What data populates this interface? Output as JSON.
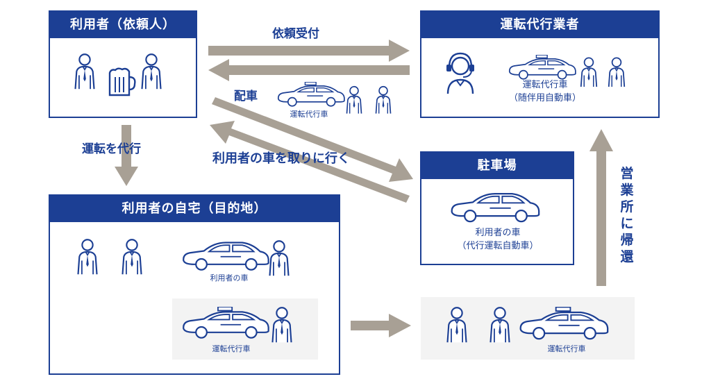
{
  "boxes": {
    "requester": "利用者（依頼人）",
    "agency": "運転代行業者",
    "parking": "駐車場",
    "home": "利用者の自宅（目的地）"
  },
  "arrows": {
    "request": "依頼受付",
    "dispatch": "配車",
    "fetch_car": "利用者の車を取りに行く",
    "drive": "運転を代行",
    "return": "営業所に帰還"
  },
  "captions": {
    "dispatch_car": "運転代行車",
    "agency_car_1": "運転代行車",
    "agency_car_2": "（随伴用自動車）",
    "parking_car_1": "利用者の車",
    "parking_car_2": "（代行運転自動車）",
    "home_user_car": "利用者の車",
    "home_agency_car": "運転代行車",
    "return_car": "運転代行車"
  },
  "colors": {
    "primary": "#1c3f94",
    "arrow": "#a8a095",
    "panel": "#f3f3f3"
  }
}
